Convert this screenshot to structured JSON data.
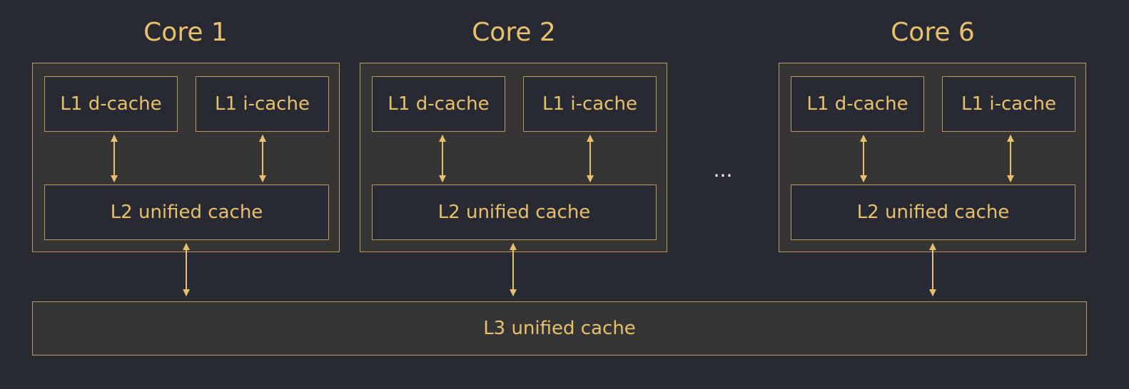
{
  "colors": {
    "background": "#272a33",
    "box_fill": "#353535",
    "border": "#b8995a",
    "text": "#e8c06c",
    "arrow": "#e8c06c"
  },
  "cores": [
    {
      "title": "Core 1",
      "l1d": "L1 d-cache",
      "l1i": "L1 i-cache",
      "l2": "L2 unified cache"
    },
    {
      "title": "Core 2",
      "l1d": "L1 d-cache",
      "l1i": "L1 i-cache",
      "l2": "L2 unified cache"
    },
    {
      "title": "Core 6",
      "l1d": "L1 d-cache",
      "l1i": "L1 i-cache",
      "l2": "L2 unified cache"
    }
  ],
  "ellipsis": "...",
  "l3": "L3 unified cache"
}
